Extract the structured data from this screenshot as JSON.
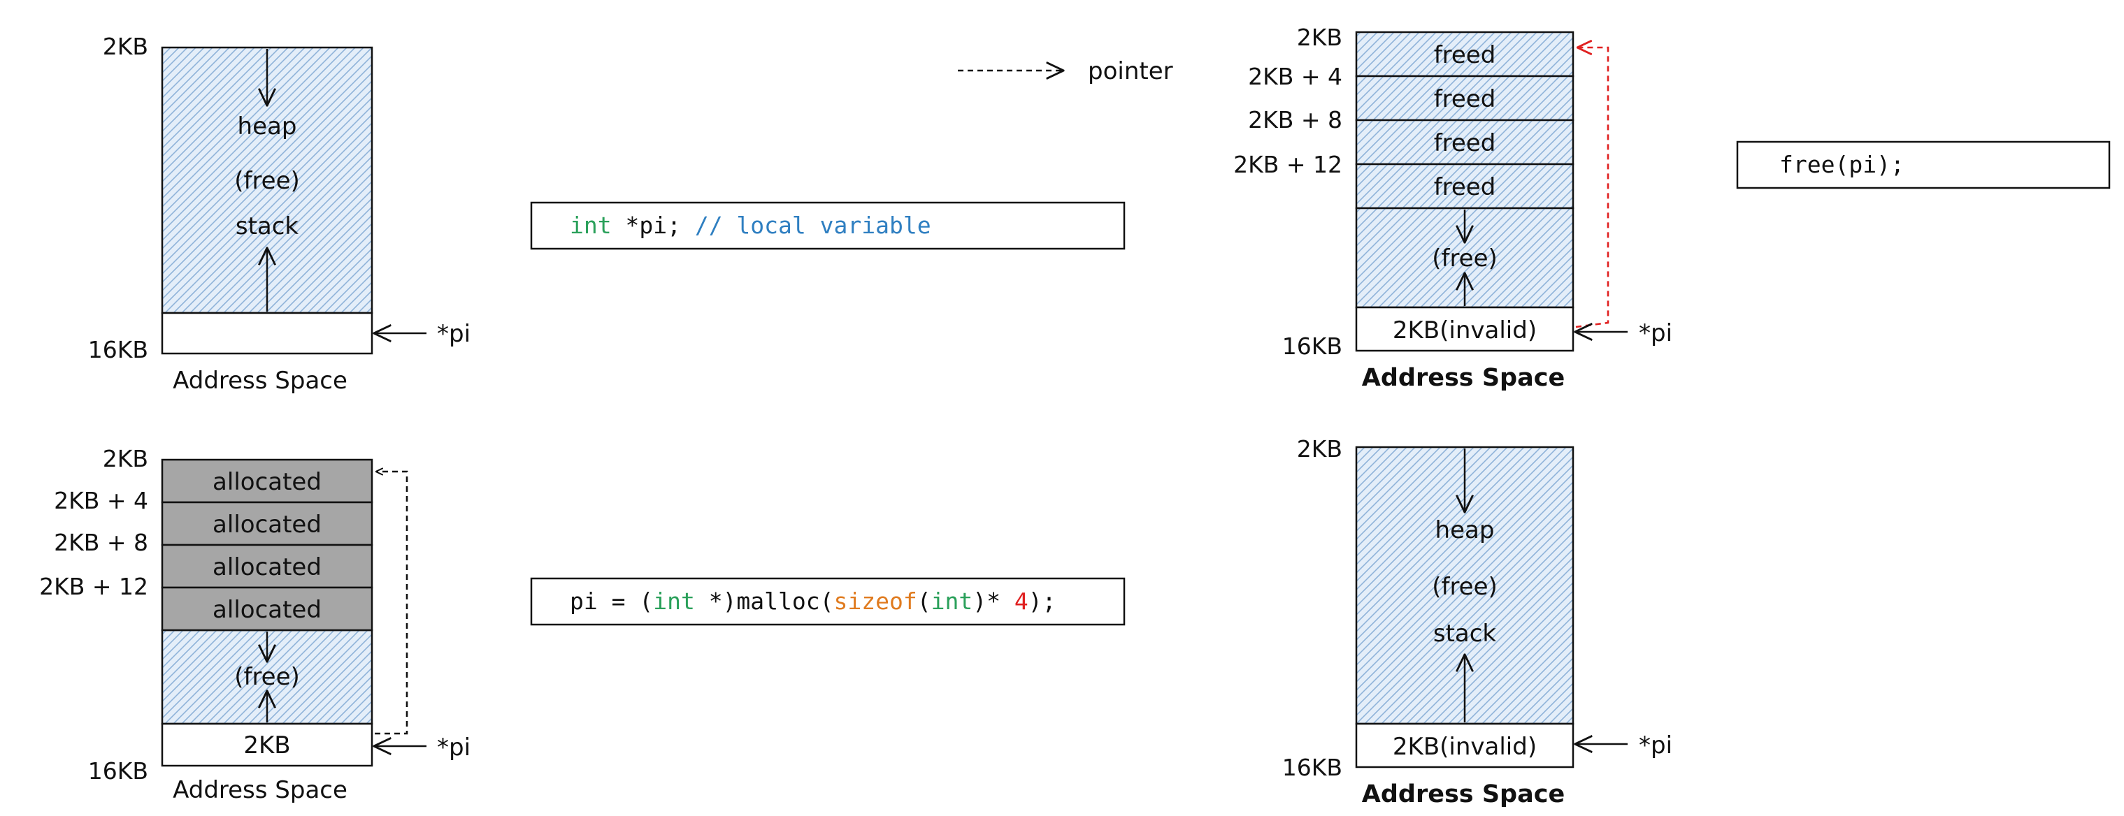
{
  "legend": {
    "pointer": "pointer"
  },
  "panels": {
    "p1": {
      "top": "2KB",
      "bottom": "16KB",
      "heap": "heap",
      "free": "(free)",
      "stack": "stack",
      "pointer_label": "*pi",
      "caption": "Address Space",
      "code": {
        "type": "int",
        "rest": " *pi; ",
        "comment": "// local variable"
      }
    },
    "p2": {
      "offsets": [
        "2KB",
        "2KB + 4",
        "2KB + 8",
        "2KB + 12"
      ],
      "bottom": "16KB",
      "blocks": [
        "allocated",
        "allocated",
        "allocated",
        "allocated"
      ],
      "free": "(free)",
      "ptr_cell": "2KB",
      "pointer_label": "*pi",
      "caption": "Address Space",
      "code": {
        "t1": "pi = (",
        "t2": "int",
        "t3": " *)malloc(",
        "t4": "sizeof",
        "t5": "(",
        "t6": "int",
        "t7": ")* ",
        "t8": "4",
        "t9": ");"
      }
    },
    "p3": {
      "offsets": [
        "2KB",
        "2KB + 4",
        "2KB + 8",
        "2KB + 12"
      ],
      "bottom": "16KB",
      "blocks": [
        "freed",
        "freed",
        "freed",
        "freed"
      ],
      "free": "(free)",
      "ptr_cell": "2KB(invalid)",
      "pointer_label": "*pi",
      "caption": "Address Space",
      "code": "free(pi);"
    },
    "p4": {
      "top": "2KB",
      "bottom": "16KB",
      "heap": "heap",
      "free": "(free)",
      "stack": "stack",
      "ptr_cell": "2KB(invalid)",
      "pointer_label": "*pi",
      "caption": "Address Space"
    }
  },
  "colors": {
    "hatch_bg": "#e4eef9",
    "hatch_line": "#8fb3d9",
    "allocated": "#a6a6a6",
    "keyword": "#2aa05a",
    "comment": "#2f7fc1",
    "function": "#e07b1f",
    "number": "#e02020",
    "dangling": "#e02020"
  }
}
